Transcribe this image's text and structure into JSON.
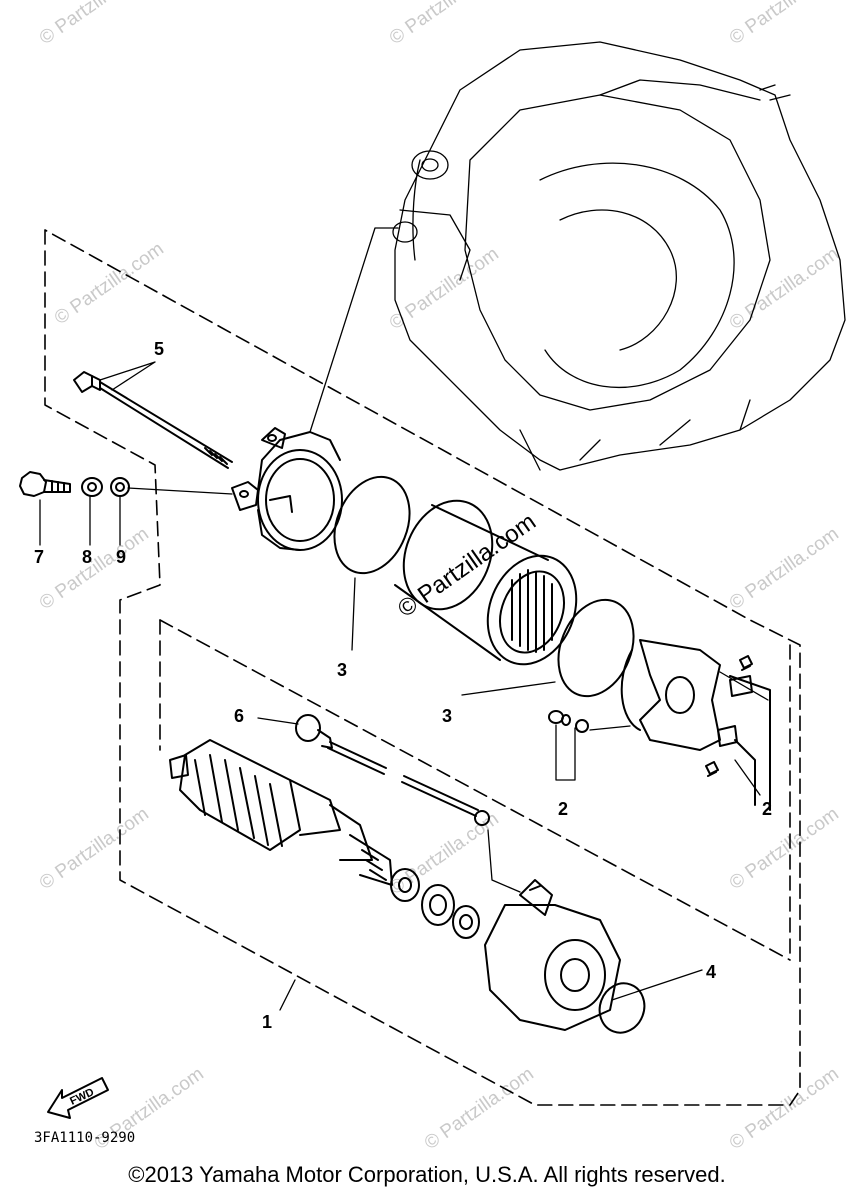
{
  "diagram": {
    "callouts": [
      {
        "id": "c5",
        "label": "5"
      },
      {
        "id": "c7",
        "label": "7"
      },
      {
        "id": "c8",
        "label": "8"
      },
      {
        "id": "c9",
        "label": "9"
      },
      {
        "id": "c3a",
        "label": "3"
      },
      {
        "id": "c3b",
        "label": "3"
      },
      {
        "id": "c6",
        "label": "6"
      },
      {
        "id": "c2a",
        "label": "2"
      },
      {
        "id": "c2b",
        "label": "2"
      },
      {
        "id": "c4",
        "label": "4"
      },
      {
        "id": "c1",
        "label": "1"
      }
    ],
    "fwd_label": "FWD",
    "part_code": "3FA1110-9290",
    "center_watermark": "© Partzilla.com",
    "tile_watermark": "© Partzilla.com"
  },
  "footer": {
    "copyright": "©2013 Yamaha Motor Corporation, U.S.A. All rights reserved."
  }
}
